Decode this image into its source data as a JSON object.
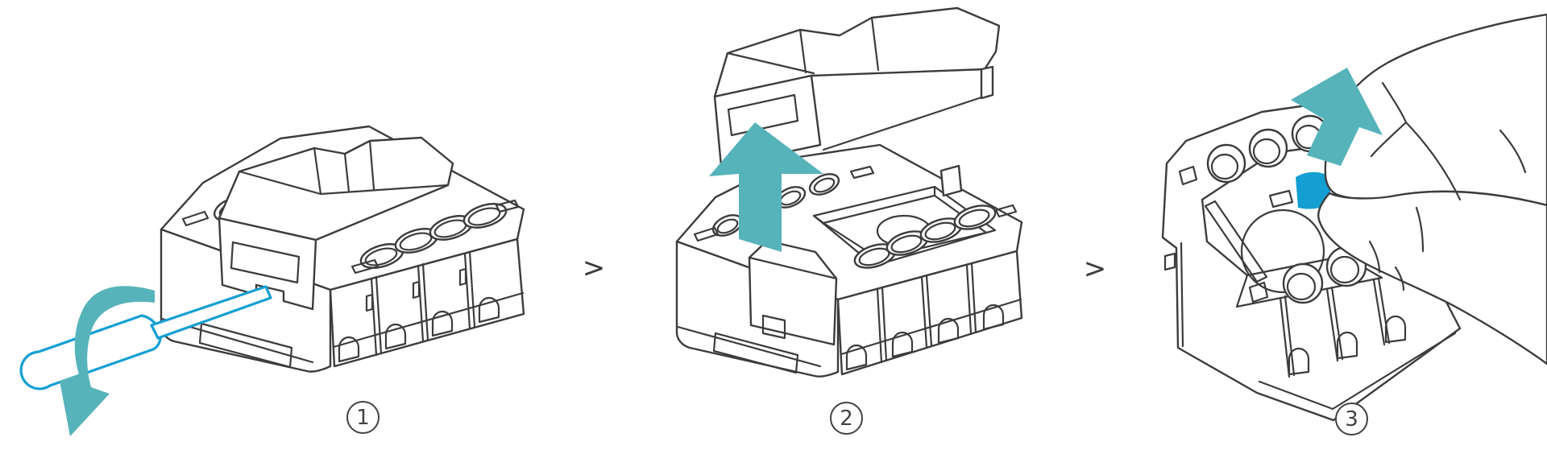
{
  "figure": {
    "type": "instructional-diagram",
    "description": "Three-step illustration: pry open module cover with a screwdriver, lift the cover off, pull out the blue insulation tab",
    "background": "#ffffff"
  },
  "theme": {
    "line_color": "#3c3c3c",
    "accent_teal": "#57b3ba",
    "accent_blue": "#149fd3",
    "badge_color": "#424242",
    "separator_color": "#3a3a3a",
    "bg": "#ffffff"
  },
  "steps": [
    {
      "number": "1",
      "name": "pry-open-cover",
      "icons": [
        "screwdriver-icon",
        "curved-down-arrow-icon"
      ]
    },
    {
      "number": "2",
      "name": "lift-off-cover",
      "icons": [
        "up-arrow-icon"
      ]
    },
    {
      "number": "3",
      "name": "pull-insulation-tab",
      "icons": [
        "up-arrow-icon",
        "pull-tab-icon",
        "hand-icon"
      ]
    }
  ],
  "separators": [
    {
      "glyph": ">"
    },
    {
      "glyph": ">"
    }
  ]
}
